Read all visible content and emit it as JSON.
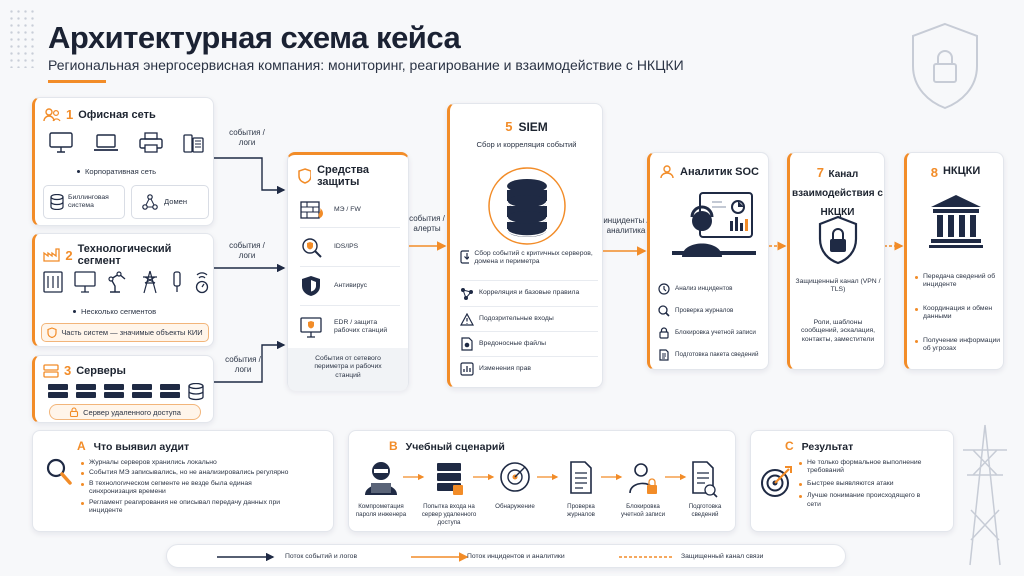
{
  "header": {
    "title": "Архитектурная схема кейса",
    "subtitle": "Региональная энергосервисная компания: мониторинг, реагирование и взаимодействие с НКЦКИ"
  },
  "office": {
    "num": "1",
    "title": "Офисная сеть",
    "caption": "Корпоративная сеть",
    "billing": "Биллинговая система",
    "domain": "Домен"
  },
  "tech": {
    "num": "2",
    "title": "Технологический сегмент",
    "caption": "Несколько сегментов",
    "kii": "Часть систем — значимые объекты КИИ"
  },
  "servers": {
    "num": "3",
    "title": "Серверы",
    "remote": "Сервер удаленного доступа"
  },
  "flows": {
    "events_logs_1": "события / логи",
    "events_logs_2": "события / логи",
    "events_logs_3": "события / логи",
    "events_alerts": "события / алерты",
    "incidents_analytics": "инциденты / аналитика"
  },
  "protection": {
    "title": "Средства защиты",
    "items": [
      "МЭ / FW",
      "IDS/IPS",
      "Антивирус",
      "EDR / защита рабочих станций"
    ],
    "footer": "События от сетевого периметра и рабочих станций"
  },
  "siem": {
    "num": "5",
    "title": "SIEM",
    "subtitle": "Сбор и корреляция событий",
    "items": [
      "Сбор событий с критичных серверов, домена и периметра",
      "Корреляция и базовые правила",
      "Подозрительные входы",
      "Вредоносные файлы",
      "Изменения прав"
    ]
  },
  "soc": {
    "title": "Аналитик SOC",
    "items": [
      "Анализ инцидентов",
      "Проверка журналов",
      "Блокировка учетной записи",
      "Подготовка пакета сведений"
    ]
  },
  "channel": {
    "num": "7",
    "title": "Канал взаимодействия с НКЦКИ",
    "secure": "Защищенный канал (VPN / TLS)",
    "roles": "Роли, шаблоны сообщений, эскалация, контакты, заместители"
  },
  "nkcki": {
    "num": "8",
    "title": "НКЦКИ",
    "items": [
      "Передача сведений об инциденте",
      "Координация и обмен данными",
      "Получение информации об угрозах"
    ]
  },
  "audit": {
    "letter": "A",
    "title": "Что выявил аудит",
    "items": [
      "Журналы серверов хранились локально",
      "События МЭ записывались, но не анализировались регулярно",
      "В технологическом сегменте не везде была единая синхронизация времени",
      "Регламент реагирования не описывал передачу данных при инциденте"
    ]
  },
  "scenario": {
    "letter": "B",
    "title": "Учебный сценарий",
    "steps": [
      "Компрометация пароля инженера",
      "Попытка входа на сервер удаленного доступа",
      "Обнаружение",
      "Проверка журналов",
      "Блокировка учетной записи",
      "Подготовка сведений"
    ]
  },
  "result": {
    "letter": "C",
    "title": "Результат",
    "items": [
      "Не только формальное выполнение требований",
      "Быстрее выявляются атаки",
      "Лучше понимание происходящего в сети"
    ]
  },
  "legend": {
    "events": "Поток событий и логов",
    "incidents": "Поток инцидентов и аналитики",
    "secure": "Защищенный канал связи"
  },
  "colors": {
    "accent": "#f28c28",
    "navy": "#1f2a44"
  }
}
